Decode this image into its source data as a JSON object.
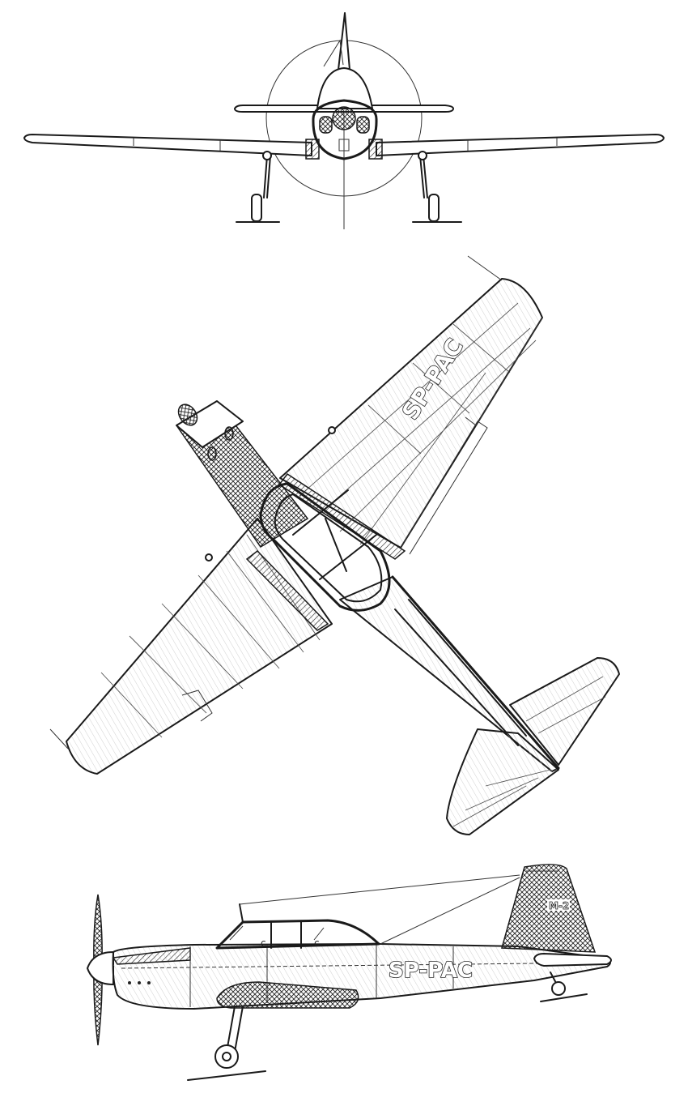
{
  "views": {
    "front": {
      "label": ""
    },
    "top": {
      "registration": "SP-PAC"
    },
    "side": {
      "registration": "SP-PAC",
      "fin_marking": "M-2"
    }
  },
  "colors": {
    "ink": "#1a1a1a",
    "paper": "#ffffff"
  }
}
